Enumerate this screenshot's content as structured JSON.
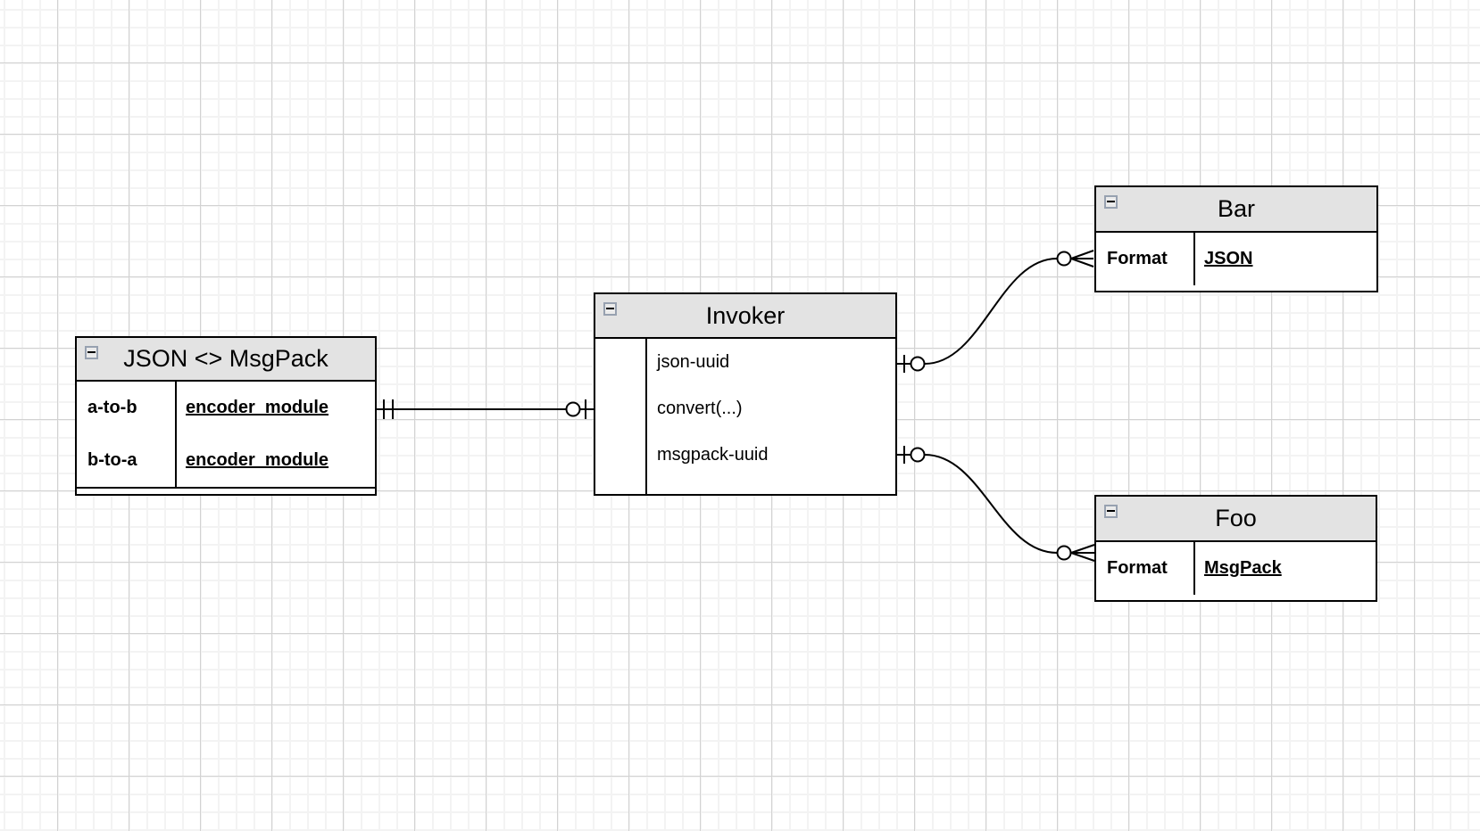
{
  "canvas": {
    "background": "#ffffff",
    "grid_minor_color": "#f3f3f3",
    "grid_major_color": "#d2d2d2",
    "entity_header_fill": "#e3e3e3",
    "entity_border_color": "#000000",
    "connector_color": "#000000",
    "collapse_button_fill": "#ebebeb",
    "collapse_button_border": "#97a1b0"
  },
  "icons": {
    "collapse": "minus-icon"
  },
  "entities": {
    "converter": {
      "title": "JSON <> MsgPack",
      "rows": [
        {
          "key": "a-to-b",
          "value": "encoder_module"
        },
        {
          "key": "b-to-a",
          "value": "encoder_module"
        }
      ]
    },
    "invoker": {
      "title": "Invoker",
      "rows": [
        {
          "value": "json-uuid"
        },
        {
          "value": "convert(...)"
        },
        {
          "value": "msgpack-uuid"
        }
      ]
    },
    "bar": {
      "title": "Bar",
      "rows": [
        {
          "key": "Format",
          "value": "JSON"
        }
      ]
    },
    "foo": {
      "title": "Foo",
      "rows": [
        {
          "key": "Format",
          "value": "MsgPack"
        }
      ]
    }
  },
  "connections": [
    {
      "from": "JSON <> MsgPack",
      "to": "Invoker",
      "from_cardinality": "exactly-one",
      "to_cardinality": "zero-or-one"
    },
    {
      "from": "Invoker",
      "from_row": "json-uuid",
      "to": "Bar",
      "from_cardinality": "zero-or-one",
      "to_cardinality": "zero-or-many"
    },
    {
      "from": "Invoker",
      "from_row": "msgpack-uuid",
      "to": "Foo",
      "from_cardinality": "zero-or-one",
      "to_cardinality": "zero-or-many"
    }
  ]
}
